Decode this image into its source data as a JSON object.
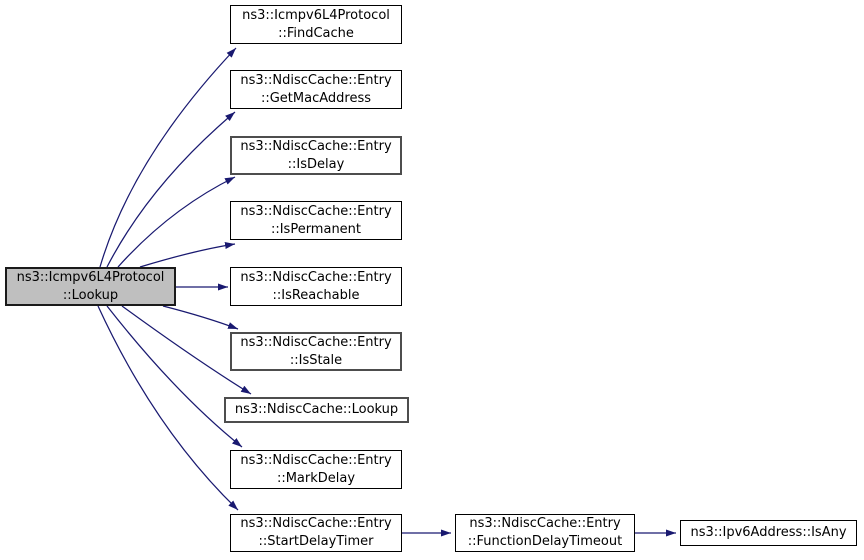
{
  "diagram": {
    "kind": "doxygen-call-graph",
    "colors": {
      "edge": "#191970",
      "node_fill": "#ffffff",
      "node_border": "#000000",
      "main_node_fill": "#bfbfbf",
      "background": "#ffffff"
    }
  },
  "nodes": {
    "main": {
      "label": "ns3::Icmpv6L4Protocol\n::Lookup"
    },
    "find_cache": {
      "label": "ns3::Icmpv6L4Protocol\n::FindCache"
    },
    "get_mac_address": {
      "label": "ns3::NdiscCache::Entry\n::GetMacAddress"
    },
    "is_delay": {
      "label": "ns3::NdiscCache::Entry\n::IsDelay"
    },
    "is_permanent": {
      "label": "ns3::NdiscCache::Entry\n::IsPermanent"
    },
    "is_reachable": {
      "label": "ns3::NdiscCache::Entry\n::IsReachable"
    },
    "is_stale": {
      "label": "ns3::NdiscCache::Entry\n::IsStale"
    },
    "ndisc_lookup": {
      "label": "ns3::NdiscCache::Lookup"
    },
    "mark_delay": {
      "label": "ns3::NdiscCache::Entry\n::MarkDelay"
    },
    "start_delay_timer": {
      "label": "ns3::NdiscCache::Entry\n::StartDelayTimer"
    },
    "function_delay_timeout": {
      "label": "ns3::NdiscCache::Entry\n::FunctionDelayTimeout"
    },
    "is_any": {
      "label": "ns3::Ipv6Address::IsAny"
    }
  },
  "edges": [
    {
      "from": "ns3::Icmpv6L4Protocol::Lookup",
      "to": "ns3::Icmpv6L4Protocol::FindCache"
    },
    {
      "from": "ns3::Icmpv6L4Protocol::Lookup",
      "to": "ns3::NdiscCache::Entry::GetMacAddress"
    },
    {
      "from": "ns3::Icmpv6L4Protocol::Lookup",
      "to": "ns3::NdiscCache::Entry::IsDelay"
    },
    {
      "from": "ns3::Icmpv6L4Protocol::Lookup",
      "to": "ns3::NdiscCache::Entry::IsPermanent"
    },
    {
      "from": "ns3::Icmpv6L4Protocol::Lookup",
      "to": "ns3::NdiscCache::Entry::IsReachable"
    },
    {
      "from": "ns3::Icmpv6L4Protocol::Lookup",
      "to": "ns3::NdiscCache::Entry::IsStale"
    },
    {
      "from": "ns3::Icmpv6L4Protocol::Lookup",
      "to": "ns3::NdiscCache::Lookup"
    },
    {
      "from": "ns3::Icmpv6L4Protocol::Lookup",
      "to": "ns3::NdiscCache::Entry::MarkDelay"
    },
    {
      "from": "ns3::Icmpv6L4Protocol::Lookup",
      "to": "ns3::NdiscCache::Entry::StartDelayTimer"
    },
    {
      "from": "ns3::NdiscCache::Entry::StartDelayTimer",
      "to": "ns3::NdiscCache::Entry::FunctionDelayTimeout"
    },
    {
      "from": "ns3::NdiscCache::Entry::FunctionDelayTimeout",
      "to": "ns3::Ipv6Address::IsAny"
    }
  ]
}
